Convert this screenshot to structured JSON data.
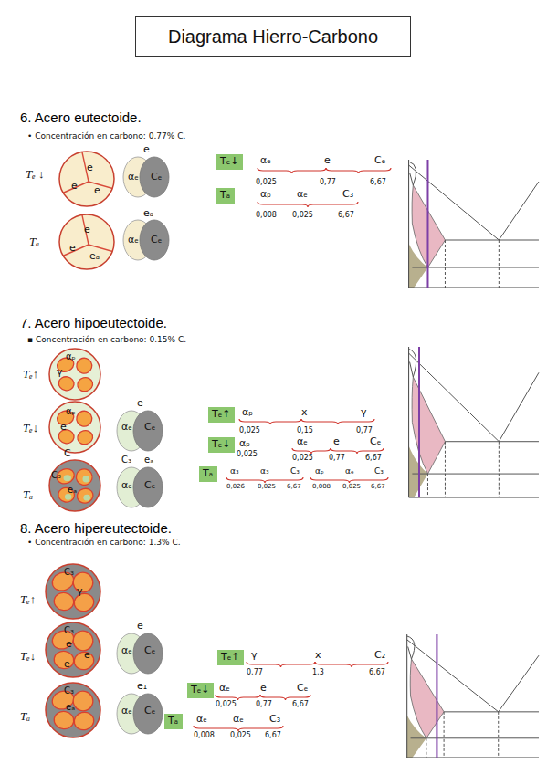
{
  "diagram": {
    "title": "Diagrama Hierro-Carbono",
    "nodes": [
      {
        "text": [
          "Tₑ↓"
        ]
      },
      {
        "text": [
          "Tₐ"
        ]
      },
      {
        "text": [
          "Tₑ↑"
        ]
      },
      {
        "text": [
          "Tₑ↓"
        ]
      },
      {
        "text": [
          "Tₐ"
        ]
      },
      {
        "text": [
          "Tₑ↑"
        ]
      },
      {
        "text": [
          "Tₑ↓"
        ]
      },
      {
        "text": [
          "Tₐ"
        ]
      }
    ],
    "labels": [
      "6. Acero eutectoide.",
      "• Concentración en carbono: 0.77% C.",
      "Tₑ ↓",
      "e",
      "e",
      "e",
      "e",
      "αₑ",
      "Cₑ",
      "Tₐ",
      "e",
      "e",
      "eₐ",
      "eₐ",
      "αₑ",
      "Cₑ",
      "αₑ",
      "0,025",
      "e",
      "0,77",
      "Cₑ",
      "6,67",
      "αₚ",
      "0,008",
      "αₑ",
      "0,025",
      "C₃",
      "6,67",
      "7. Acero hipoeutectoide.",
      "▪ Concentración en carbono: 0.15% C.",
      "Tₑ↑",
      "αₚ",
      "γ",
      "Tₑ↓",
      "αₚ",
      "e",
      "e",
      "αₑ",
      "Cₑ",
      "C",
      "C₃",
      "eₐ",
      "Tₐ",
      "C₃",
      "eₐ",
      "αₑ",
      "Cₑ",
      "αₚ",
      "0,025",
      "x",
      "0,15",
      "γ",
      "0,77",
      "αₚ",
      "0,025",
      "αₑ",
      "0,025",
      "e",
      "0,77",
      "Cₑ",
      "6,67",
      "α₃",
      "0,026",
      "α₃",
      "0,025",
      "C₃",
      "6,67",
      "αₚ",
      "0,008",
      "αₑ",
      "0,025",
      "C₃",
      "6,67",
      "8. Acero hipereutectoide.",
      "• Concentración en carbono: 1.3% C.",
      "C₃",
      "Tₑ↑",
      "γ",
      "C₃",
      "Tₑ↓",
      "e",
      "e",
      "e",
      "e",
      "αₑ",
      "Cₑ",
      "C₃",
      "Tₐ",
      "eₐ",
      "e₁",
      "αₑ",
      "Cₑ",
      "γ",
      "0,77",
      "x",
      "1,3",
      "C₂",
      "6,67",
      "αₑ",
      "0,025",
      "e",
      "0,77",
      "Cₑ",
      "6,67",
      "αₑ",
      "0,008",
      "αₑ",
      "0,025",
      "C₃",
      "6,67"
    ]
  }
}
